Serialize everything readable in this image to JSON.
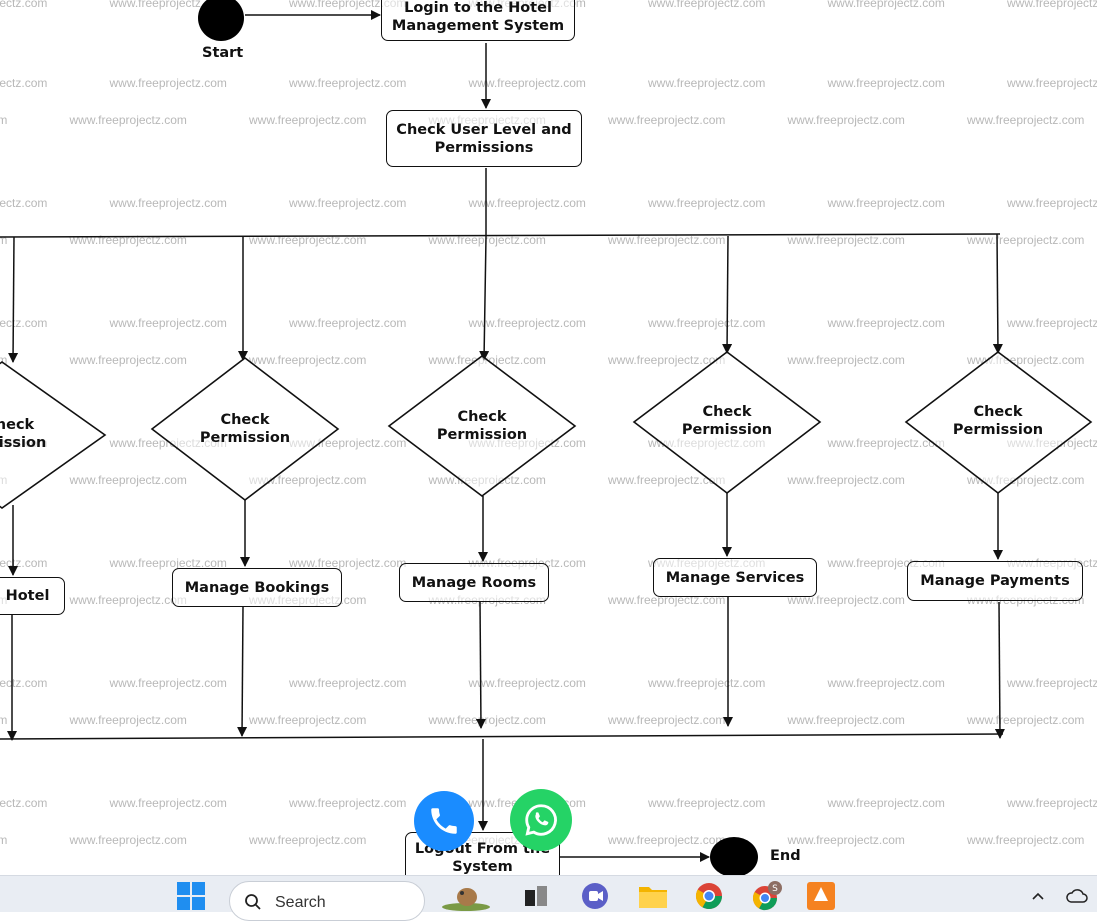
{
  "diagram": {
    "start_label": "Start",
    "end_label": "End",
    "login": "Login to the Hotel\nManagement System",
    "check_level": "Check User Level and\nPermissions",
    "decisions": [
      {
        "label": "heck\nmission"
      },
      {
        "label": "Check\nPermission"
      },
      {
        "label": "Check\nPermission"
      },
      {
        "label": "Check\nPermission"
      },
      {
        "label": "Check\nPermission"
      }
    ],
    "actions": [
      "Hotel",
      "Manage Bookings",
      "Manage Rooms",
      "Manage Services",
      "Manage Payments"
    ],
    "logout": "Logout From the\nSystem"
  },
  "watermark": "www.freeprojectz.com",
  "colors": {
    "phone_button": "#1a8cff",
    "whatsapp_button": "#25d366",
    "line": "#111111"
  },
  "floating_buttons": [
    {
      "name": "phone-call-button",
      "icon": "phone-icon"
    },
    {
      "name": "whatsapp-button",
      "icon": "whatsapp-icon"
    }
  ],
  "taskbar": {
    "search_placeholder": "Search",
    "chrome_badge": "S",
    "icons": [
      "windows-start-icon",
      "search-icon",
      "widgets-weather-icon",
      "task-view-icon",
      "video-call-icon",
      "file-explorer-icon",
      "chrome-icon",
      "chrome-profile-icon",
      "app-icon",
      "chevron-up-icon",
      "cloud-icon"
    ]
  }
}
